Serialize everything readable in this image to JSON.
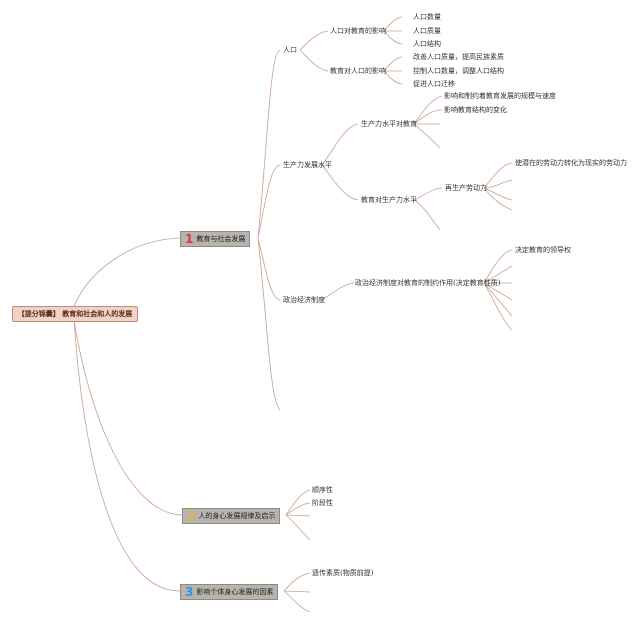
{
  "root": {
    "label": "【提分锦囊】 教育和社会和人的发展"
  },
  "colors": {
    "num1": "#d23a4a",
    "num2": "#e2b33a",
    "num3": "#3a8ed8",
    "line": "#c8a090"
  },
  "branches": [
    {
      "num": "1",
      "label": "教育与社会发展",
      "children": [
        {
          "label": "人口",
          "children": [
            {
              "label": "人口对教育的影响",
              "items": [
                "人口数量",
                "人口质量",
                "人口结构"
              ]
            },
            {
              "label": "教育对人口的影响",
              "items": [
                "改善人口质量，提高民族素质",
                "控制人口数量，调整人口结构",
                "促进人口迁移"
              ]
            }
          ]
        },
        {
          "label": "生产力发展水平",
          "children": [
            {
              "label": "生产力水平对教育",
              "items": [
                "影响和制约着教育发展的规模与速度",
                "影响教育结构的变化"
              ]
            },
            {
              "label": "教育对生产力水平",
              "sub": {
                "label": "再生产劳动力",
                "items": [
                  "使潜在的劳动力转化为现实的劳动力"
                ]
              }
            }
          ]
        },
        {
          "label": "政治经济制度",
          "children": [
            {
              "label": "政治经济制度对教育的制约作用(决定教育性质)",
              "items": [
                "决定教育的领导权"
              ]
            }
          ]
        }
      ]
    },
    {
      "num": "2",
      "label": "人的身心发展规律及启示",
      "items": [
        "顺序性",
        "阶段性"
      ]
    },
    {
      "num": "3",
      "label": "影响个体身心发展的因素",
      "items": [
        "遗传素质(物质前提)"
      ]
    }
  ]
}
